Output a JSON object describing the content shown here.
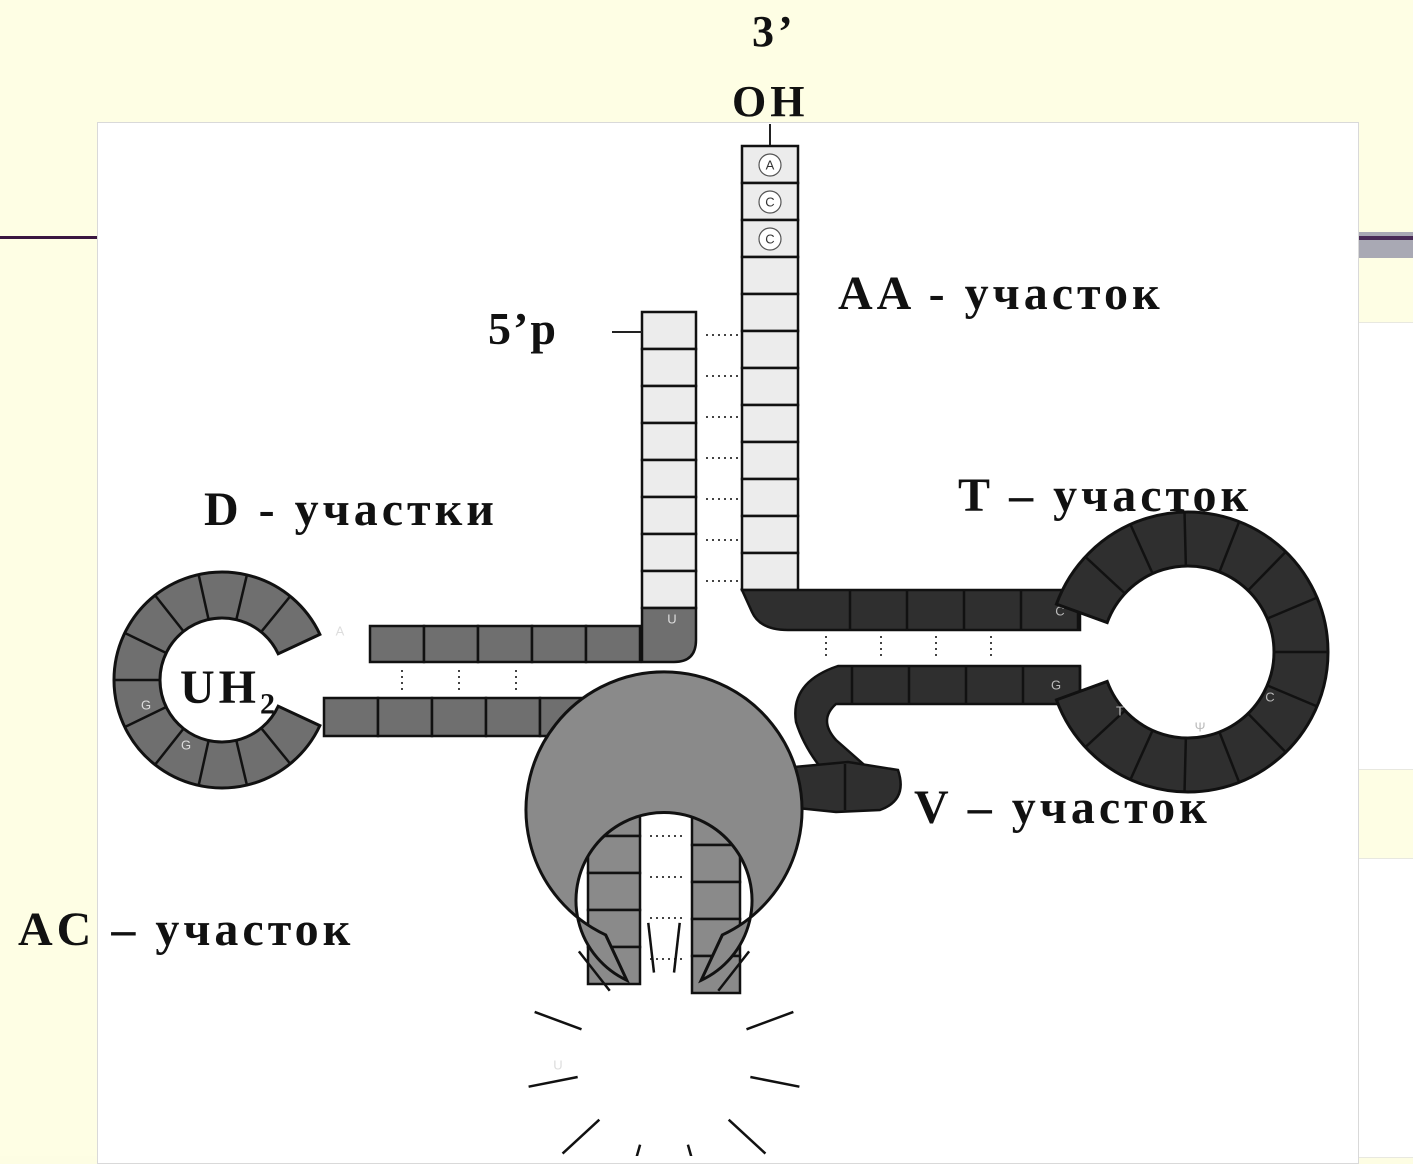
{
  "labels": {
    "three_prime": "3’",
    "oh": "OH",
    "five_prime": "5’p",
    "aa": "AA - участок",
    "d": "D - участки",
    "t": "T –  участок",
    "uh": "UH",
    "uh_sub": "2",
    "v": "V – участок",
    "ac": "AC –  участок"
  },
  "nucleotides": {
    "acceptor_3": [
      "A",
      "C",
      "C"
    ],
    "d_stem_u": "U",
    "d_loop": [
      "A",
      "G",
      "G"
    ],
    "t_stem_top": "C",
    "t_stem_bottom": "G",
    "t_loop": [
      "T",
      "Ψ",
      "C"
    ],
    "anticodon_u": "U"
  },
  "colors": {
    "background": "#fefee4",
    "acceptor_fill": "#ececec",
    "d_arm_fill": "#6f6f6f",
    "t_arm_fill": "#2f2f2f",
    "ac_arm_fill": "#8a8a8a",
    "outline": "#111111"
  }
}
